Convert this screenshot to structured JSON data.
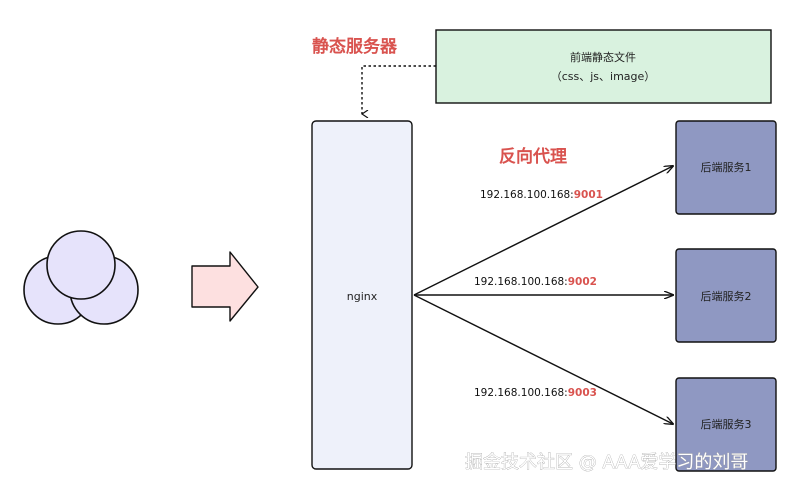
{
  "static_server": {
    "title": "静态服务器",
    "box_line1": "前端静态文件",
    "box_line2": "（css、js、image）"
  },
  "proxy": {
    "title": "反向代理",
    "nginx_label": "nginx"
  },
  "routes": [
    {
      "ip": "192.168.100.168:",
      "port": "9001",
      "backend": "后端服务1"
    },
    {
      "ip": "192.168.100.168:",
      "port": "9002",
      "backend": "后端服务2"
    },
    {
      "ip": "192.168.100.168:",
      "port": "9003",
      "backend": "后端服务3"
    }
  ],
  "watermark": "掘金技术社区 @ AAA爱学习的刘哥",
  "colors": {
    "red": "#d9534f",
    "backend_fill": "#8f98c2",
    "static_fill": "#d9f2df",
    "client_fill": "#e6e3fb",
    "arrow_fill": "#fde0e0",
    "nginx_fill": "#eef1fa"
  }
}
